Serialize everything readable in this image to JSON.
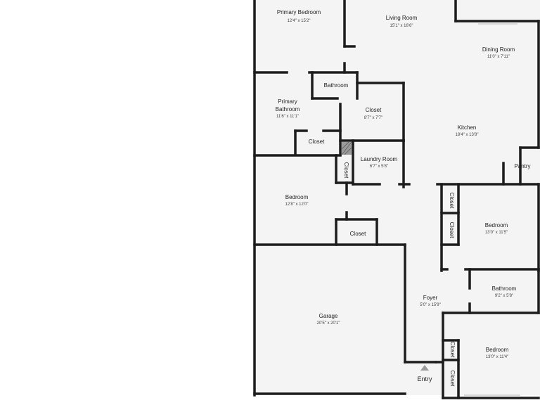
{
  "rooms": {
    "primary_bedroom": {
      "name": "Primary Bedroom",
      "dims": "12'4\" x 15'2\""
    },
    "living_room": {
      "name": "Living Room",
      "dims": "15'1\" x 16'6\""
    },
    "dining_room": {
      "name": "Dining Room",
      "dims": "11'0\" x 7'11\""
    },
    "bathroom_small": {
      "name": "Bathroom"
    },
    "primary_bathroom": {
      "name_line1": "Primary",
      "name_line2": "Bathroom",
      "dims": "11'6\" x 11'1\""
    },
    "walk_in_closet": {
      "name": "Closet",
      "dims": "8'7\" x 7'7\""
    },
    "kitchen": {
      "name": "Kitchen",
      "dims": "18'4\" x 13'8\""
    },
    "closet_primary_bath": {
      "name": "Closet"
    },
    "laundry_room": {
      "name": "Laundry Room",
      "dims": "6'7\" x 5'8\""
    },
    "pantry": {
      "name": "Pantry"
    },
    "closet_hall_vertical": {
      "name": "Closet"
    },
    "bedroom_west": {
      "name": "Bedroom",
      "dims": "12'8\" x 12'0\""
    },
    "closet_bedroom_west": {
      "name": "Closet"
    },
    "closet_east_1": {
      "name": "Closet"
    },
    "closet_east_2": {
      "name": "Closet"
    },
    "bedroom_east": {
      "name": "Bedroom",
      "dims": "13'0\" x 11'5\""
    },
    "bathroom_east": {
      "name": "Bathroom",
      "dims": "9'2\" x 5'8\""
    },
    "foyer": {
      "name": "Foyer",
      "dims": "5'0\" x 15'9\""
    },
    "garage": {
      "name": "Garage",
      "dims": "20'5\" x 20'1\""
    },
    "bedroom_southeast": {
      "name": "Bedroom",
      "dims": "13'0\" x 11'4\""
    },
    "closet_southeast_1": {
      "name": "Closet"
    },
    "closet_southeast_2": {
      "name": "Closet"
    }
  },
  "entry": {
    "label": "Entry"
  },
  "colors": {
    "wall": "#1c1c1c",
    "floor": "#f4f4f4",
    "background": "#ffffff"
  }
}
